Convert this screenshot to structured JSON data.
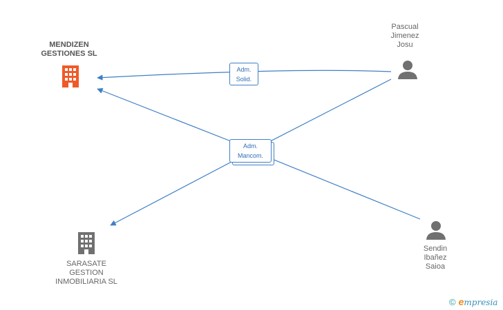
{
  "colors": {
    "edge": "#3f7fc4",
    "main_company": "#f05a28",
    "company": "#707070",
    "person": "#707070"
  },
  "nodes": {
    "mendizen": {
      "label_line1": "MENDIZEN",
      "label_line2": "GESTIONES SL",
      "icon": "building-icon"
    },
    "pascual": {
      "label_line1": "Pascual",
      "label_line2": "Jimenez",
      "label_line3": "Josu",
      "icon": "person-icon"
    },
    "sendin": {
      "label_line1": "Sendin",
      "label_line2": "Ibañez",
      "label_line3": "Saioa",
      "icon": "person-icon"
    },
    "sarasate": {
      "label_line1": "SARASATE",
      "label_line2": "GESTION",
      "label_line3": "INMOBILIARIA SL",
      "icon": "building-icon"
    }
  },
  "relations": {
    "adm_solid": {
      "line1": "Adm.",
      "line2": "Solid."
    },
    "adm_mancom": {
      "line1": "Adm.",
      "line2": "Mancom."
    }
  },
  "brand": {
    "copyright": "©",
    "name_first": "e",
    "name_rest": "mpresia"
  }
}
